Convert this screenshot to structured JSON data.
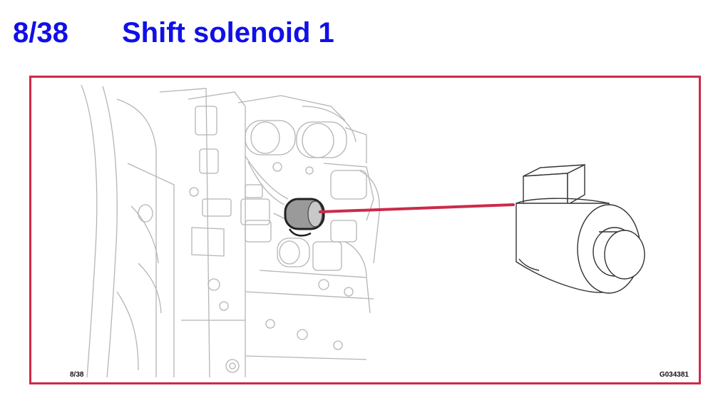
{
  "header": {
    "page_number": "8/38",
    "title": "Shift solenoid 1"
  },
  "figure": {
    "page_label": "8/38",
    "code": "G034381",
    "colors": {
      "border": "#cc2a4a",
      "leader": "#cc2a4a",
      "title": "#1010e8",
      "highlight": "#9a9a9a"
    },
    "icons": [
      "transmission-valve-body-drawing",
      "shift-solenoid-icon",
      "leader-line"
    ]
  }
}
